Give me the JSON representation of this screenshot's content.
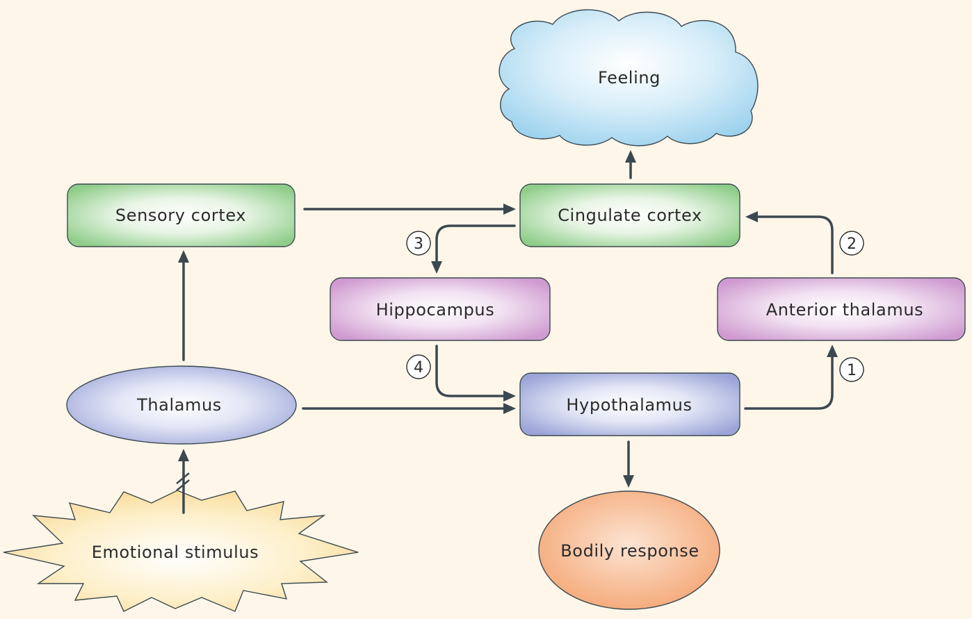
{
  "colors": {
    "background": "#fdf6e9",
    "green_box": "#9fd39a",
    "violet_box": "#d7a9d8",
    "blue_box": "#a8b2de",
    "cloud": "#a9d8ef",
    "orange_ellipse": "#f6b187",
    "star": "#fbe3ad",
    "stroke": "#3c4850"
  },
  "nodes": {
    "feeling": "Feeling",
    "sensory_cortex": "Sensory cortex",
    "cingulate_cortex": "Cingulate cortex",
    "hippocampus": "Hippocampus",
    "anterior_thalamus": "Anterior thalamus",
    "thalamus": "Thalamus",
    "hypothalamus": "Hypothalamus",
    "bodily_response": "Bodily response",
    "emotional_stimulus": "Emotional stimulus"
  },
  "steps": {
    "one": "1",
    "two": "2",
    "three": "3",
    "four": "4"
  }
}
